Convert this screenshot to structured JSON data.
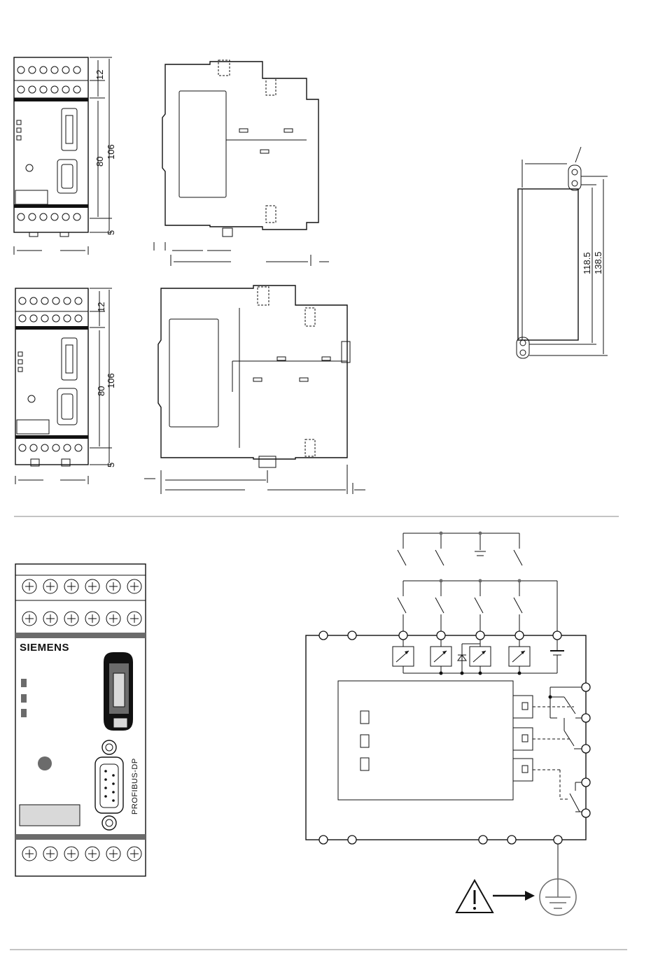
{
  "dimensions_top_front": {
    "d12": "12",
    "d106": "106",
    "d80": "80",
    "d5": "5"
  },
  "dimensions_bottom_front": {
    "d12": "12",
    "d106": "106",
    "d80": "80",
    "d5": "5"
  },
  "dimensions_profile": {
    "d118": "118.5",
    "d138": "138.5"
  },
  "device_label": {
    "brand": "SIEMENS",
    "port": "PROFIBUS-DP"
  },
  "colors": {
    "line": "#111111",
    "divider": "#888888",
    "fill_dark": "#6b6b6b",
    "fill_light": "#d9d9d9"
  }
}
